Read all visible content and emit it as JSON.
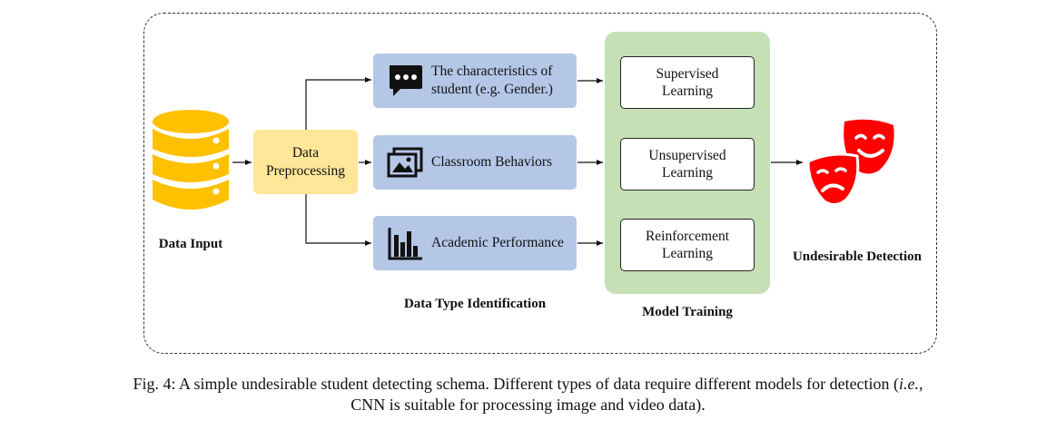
{
  "input": {
    "label": "Data Input",
    "icon": "database-icon",
    "color": "#ffc000"
  },
  "preprocessing": {
    "line1": "Data",
    "line2": "Preprocessing",
    "color": "#ffe699"
  },
  "data_types": {
    "title": "Data Type Identification",
    "color": "#b4c7e7",
    "items": [
      {
        "line1": "The characteristics of",
        "line2": "student (e.g. Gender.)",
        "icon": "chat-bubble-icon"
      },
      {
        "line1": "Classroom Behaviors",
        "icon": "image-gallery-icon"
      },
      {
        "line1": "Academic Performance",
        "icon": "bar-chart-icon"
      }
    ]
  },
  "training": {
    "title": "Model Training",
    "color": "#c5e0b4",
    "models": [
      {
        "line1": "Supervised",
        "line2": "Learning"
      },
      {
        "line1": "Unsupervised",
        "line2": "Learning"
      },
      {
        "line1": "Reinforcement",
        "line2": "Learning"
      }
    ]
  },
  "output": {
    "label": "Undesirable Detection",
    "icon": "theater-masks-icon",
    "color": "#ff0000"
  },
  "caption": {
    "main": "Fig. 4: A simple undesirable student detecting schema. Different types of data require different models for detection (",
    "italic": "i.e.,",
    "line2": "CNN is suitable for processing image and video data)."
  }
}
